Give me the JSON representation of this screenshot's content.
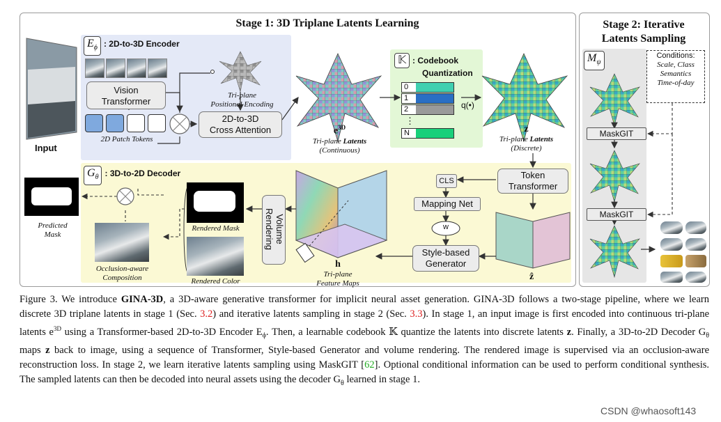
{
  "stage1": {
    "title": "Stage 1: 3D Triplane Latents Learning"
  },
  "stage2": {
    "title_line1": "Stage 2: Iterative",
    "title_line2": "Latents Sampling"
  },
  "input": {
    "label": "Input"
  },
  "encoder": {
    "symbol": "E",
    "symbol_sub": "ϕ",
    "label": ": 2D-to-3D Encoder",
    "vision_transformer": "Vision Transformer",
    "patch_tokens": "2D Patch Tokens",
    "positional_line1": "Tri-plane",
    "positional_line2": "Positional Encoding",
    "cross_attention_line1": "2D-to-3D",
    "cross_attention_line2": "Cross Attention"
  },
  "latents_continuous": {
    "symbol": "e",
    "sup": "3D",
    "line1_pre": "Tri-plane ",
    "line1_bold": "Latents",
    "line2": "(Continuous)"
  },
  "codebook": {
    "symbol": "𝕂",
    "label_line1": ": Codebook",
    "label_line2": "Quantization",
    "rows": [
      "0",
      "1",
      "2",
      "⋮",
      "N"
    ],
    "op": "q(•)",
    "colors": [
      "#3fd0b0",
      "#2a6fc4",
      "#9a9a9a",
      "#ffffff",
      "#19d07a"
    ]
  },
  "latents_discrete": {
    "symbol": "z",
    "line1_pre": "Tri-plane ",
    "line1_bold": "Latents",
    "line2": "(Discrete)"
  },
  "decoder": {
    "symbol": "G",
    "symbol_sub": "θ",
    "label": ": 3D-to-2D Decoder",
    "predicted_line1": "Predicted",
    "predicted_line2": "Mask",
    "occlusion_line1": "Occlusion-aware",
    "occlusion_line2": "Composition",
    "rendered_mask": "Rendered Mask",
    "rendered_color": "Rendered Color",
    "volume_line1": "Volume",
    "volume_line2": "Rendering",
    "feature_symbol": "h",
    "feature_line1": "Tri-plane",
    "feature_line2": "Feature Maps",
    "cls": "CLS",
    "mapping_net": "Mapping Net",
    "w": "w",
    "style_line1": "Style-based",
    "style_line2": "Generator",
    "token_line1": "Token",
    "token_line2": "Transformer",
    "zhat": "ẑ"
  },
  "sampler": {
    "symbol": "M",
    "symbol_sub": "ψ",
    "conditions_title": "Conditions:",
    "conditions_line1": "Scale, Class",
    "conditions_line2": "Semantics",
    "conditions_line3": "Time-of-day",
    "maskgit1": "MaskGIT",
    "maskgit2": "MaskGIT"
  },
  "caption": {
    "fig": "Figure 3. We introduce ",
    "name": "GINA-3D",
    "p1": ", a 3D-aware generative transformer for implicit neural asset generation. GINA-3D follows a two-stage pipeline, where we learn discrete 3D triplane latents in stage 1 (Sec. ",
    "ref1": "3.2",
    "p2": ") and iterative latents sampling in stage 2 (Sec. ",
    "ref2": "3.3",
    "p3": "). In stage 1, an input image is first encoded into continuous tri-plane latents e",
    "p3sup": "3D",
    "p4": " using a Transformer-based 2D-to-3D Encoder E",
    "p4sub": "ϕ",
    "p5": ". Then, a learnable codebook 𝕂 quantize the latents into discrete latents ",
    "zbold": "z",
    "p6": ". Finally, a 3D-to-2D Decoder G",
    "p6sub": "θ",
    "p7": " maps ",
    "zbold2": "z",
    "p8": " back to image, using a sequence of Transformer, Style-based Generator and volume rendering. The rendered image is supervised via an occlusion-aware reconstruction loss. In stage 2, we learn iterative latents sampling using MaskGIT [",
    "ref3": "62",
    "p9": "]. Optional conditional information can be used to perform conditional synthesis. The sampled latents can then be decoded into neural assets using the decoder G",
    "p9sub": "θ",
    "p10": " learned in stage 1."
  },
  "watermark": "CSDN @whaosoft143"
}
